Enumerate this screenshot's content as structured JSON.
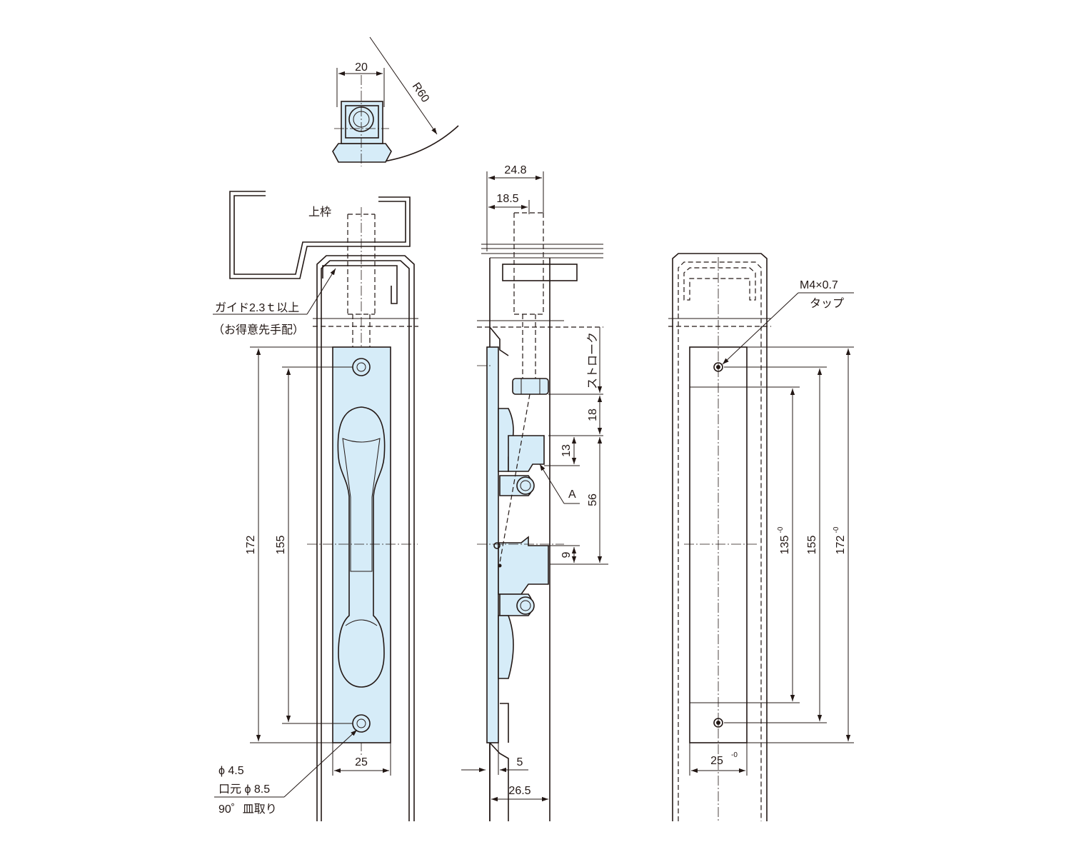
{
  "top_view": {
    "width_dim": "20",
    "radius_dim": "R60"
  },
  "front_view": {
    "frame_label": "上枠",
    "guide_note_line1": "ガイド2.3ｔ以上",
    "guide_note_line2": "（お得意先手配）",
    "dim_172": "172",
    "dim_155": "155",
    "dim_25": "25",
    "hole_note_line1": "ϕ 4.5",
    "hole_note_line2": "口元 ϕ 8.5",
    "hole_note_line3": "90゜皿取り"
  },
  "side_view": {
    "dim_24_8": "24.8",
    "dim_18_5": "18.5",
    "stroke_label": "ストローク",
    "dim_18": "18",
    "dim_13": "13",
    "label_a": "A",
    "dim_56": "56",
    "dim_9": "9",
    "dim_5": "5",
    "dim_26_5": "26.5"
  },
  "cutout_view": {
    "tap_note_line1": "M4×0.7",
    "tap_note_line2": "タップ",
    "dim_135": "135",
    "dim_155": "155",
    "dim_172": "172",
    "dim_25": "25",
    "tol_zero": "-0"
  },
  "colors": {
    "part_fill": "#d6ecf8",
    "line": "#231815"
  }
}
